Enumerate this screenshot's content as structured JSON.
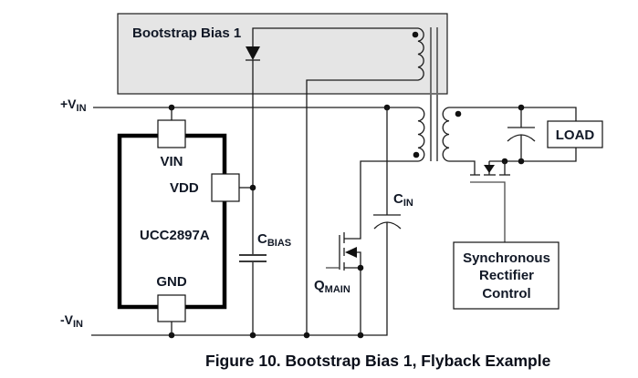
{
  "figure": {
    "caption": "Figure 10. Bootstrap Bias 1, Flyback Example"
  },
  "bias_section": {
    "title": "Bootstrap Bias 1"
  },
  "rails": {
    "positive": {
      "main": "+V",
      "sub": "IN"
    },
    "negative": {
      "main": "-V",
      "sub": "IN"
    }
  },
  "controller": {
    "part_number": "UCC2897A",
    "pins": {
      "vin": "VIN",
      "vdd": "VDD",
      "gnd": "GND"
    }
  },
  "components": {
    "c_bias": {
      "main": "C",
      "sub": "BIAS"
    },
    "c_in": {
      "main": "C",
      "sub": "IN"
    },
    "q_main": {
      "main": "Q",
      "sub": "MAIN"
    }
  },
  "load": {
    "label": "LOAD"
  },
  "sr_control": {
    "lines": [
      "Synchronous",
      "Rectifier",
      "Control"
    ]
  }
}
